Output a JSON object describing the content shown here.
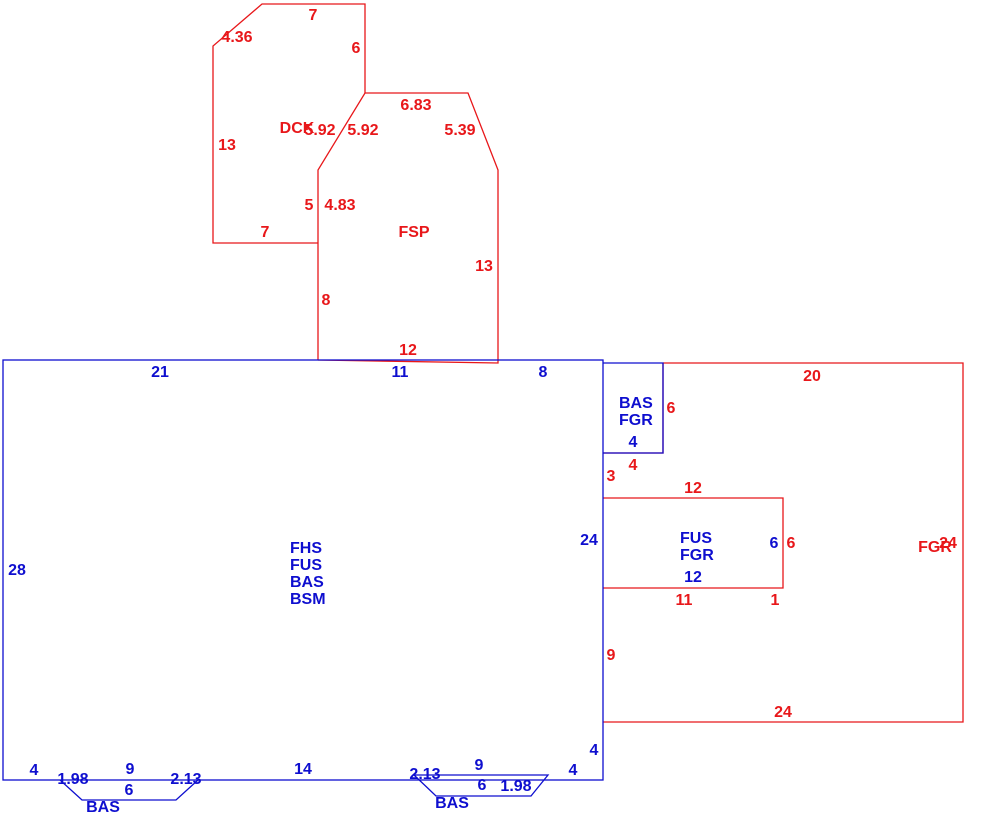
{
  "colors": {
    "red": "#e8171a",
    "blue": "#0e0ecf",
    "background": "#ffffff"
  },
  "main": {
    "codes": [
      "FHS",
      "FUS",
      "BAS",
      "BSM"
    ],
    "dims": {
      "top_a": "21",
      "top_b": "11",
      "top_c": "8",
      "left": "28",
      "right": "24",
      "bottom_a": "4",
      "bottom_b": "14",
      "bottom_c": "4",
      "right_low": "4"
    }
  },
  "dck": {
    "code": "DCK",
    "dims": {
      "top": "7",
      "right": "6",
      "diag": "4.36",
      "left": "13",
      "bottom": "7",
      "short": "5",
      "slant": "5.92"
    }
  },
  "fsp": {
    "code": "FSP",
    "dims": {
      "top": "6.83",
      "slant_l": "5.92",
      "slant_r": "5.39",
      "left_upper": "4.83",
      "left": "8",
      "right": "13",
      "bottom": "12"
    }
  },
  "bay_left": {
    "code": "BAS",
    "dims": {
      "top": "9",
      "bottom": "6",
      "left": "1.98",
      "right": "2.13"
    }
  },
  "bay_right": {
    "code": "BAS",
    "dims": {
      "top": "9",
      "bottom": "6",
      "left": "2.13",
      "right": "1.98"
    }
  },
  "small": {
    "codes": [
      "BAS",
      "FGR"
    ],
    "dims": {
      "blue_bottom": "4",
      "red_right": "6",
      "red_bottom": "4",
      "red_left": "3"
    }
  },
  "fus_box": {
    "codes": [
      "FUS",
      "FGR"
    ],
    "dims": {
      "top": "12",
      "left_blue": "6",
      "right_red": "6",
      "bottom_blue": "12",
      "bottom_red": "11",
      "corner": "1"
    }
  },
  "fgr": {
    "code": "FGR",
    "dims": {
      "top": "20",
      "right": "24",
      "bottom": "24",
      "left_low": "9"
    }
  }
}
